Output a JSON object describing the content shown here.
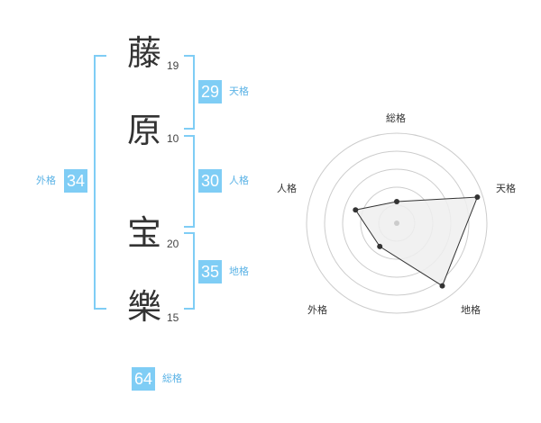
{
  "name": {
    "chars": [
      {
        "char": "藤",
        "strokes": "19"
      },
      {
        "char": "原",
        "strokes": "10"
      },
      {
        "char": "宝",
        "strokes": "20"
      },
      {
        "char": "樂",
        "strokes": "15"
      }
    ]
  },
  "fortunes": {
    "tenkaku": {
      "value": "29",
      "label": "天格"
    },
    "jinkaku": {
      "value": "30",
      "label": "人格"
    },
    "chikaku": {
      "value": "35",
      "label": "地格"
    },
    "gaikaku": {
      "value": "34",
      "label": "外格"
    },
    "soukaku": {
      "value": "64",
      "label": "総格"
    }
  },
  "colors": {
    "accent": "#7fcdf5",
    "label": "#5bb3e6",
    "polygon_fill": "#eeeeee",
    "polygon_stroke": "#333333",
    "ring": "#cccccc"
  },
  "chart_data": {
    "type": "radar",
    "axes": [
      "総格",
      "天格",
      "地格",
      "外格",
      "人格"
    ],
    "max_level": 5,
    "values": [
      1.2,
      4.7,
      4.3,
      1.6,
      2.4
    ]
  }
}
